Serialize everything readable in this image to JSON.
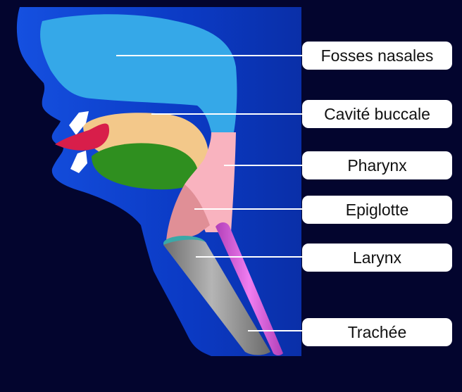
{
  "figure": {
    "background": "#03052e",
    "head_blue": "#0a3fcf",
    "labels": [
      {
        "id": "fosses-nasales",
        "text": "Fosses nasales"
      },
      {
        "id": "cavite-buccale",
        "text": "Cavité buccale"
      },
      {
        "id": "pharynx",
        "text": "Pharynx"
      },
      {
        "id": "epiglotte",
        "text": "Epiglotte"
      },
      {
        "id": "larynx",
        "text": "Larynx"
      },
      {
        "id": "trachee",
        "text": "Trachée"
      }
    ],
    "colors": {
      "nasal": "#35a8e8",
      "mouth": "#f3c88a",
      "tongue": "#2f8f1f",
      "lips": "#d81e4a",
      "teeth": "#ffffff",
      "pharynx": "#f9b3bf",
      "epiglottis": "#e08f96",
      "larynx": "#3aa8a8",
      "trachea": "#8c8c8c",
      "esophagus": "#d45ad8"
    }
  }
}
